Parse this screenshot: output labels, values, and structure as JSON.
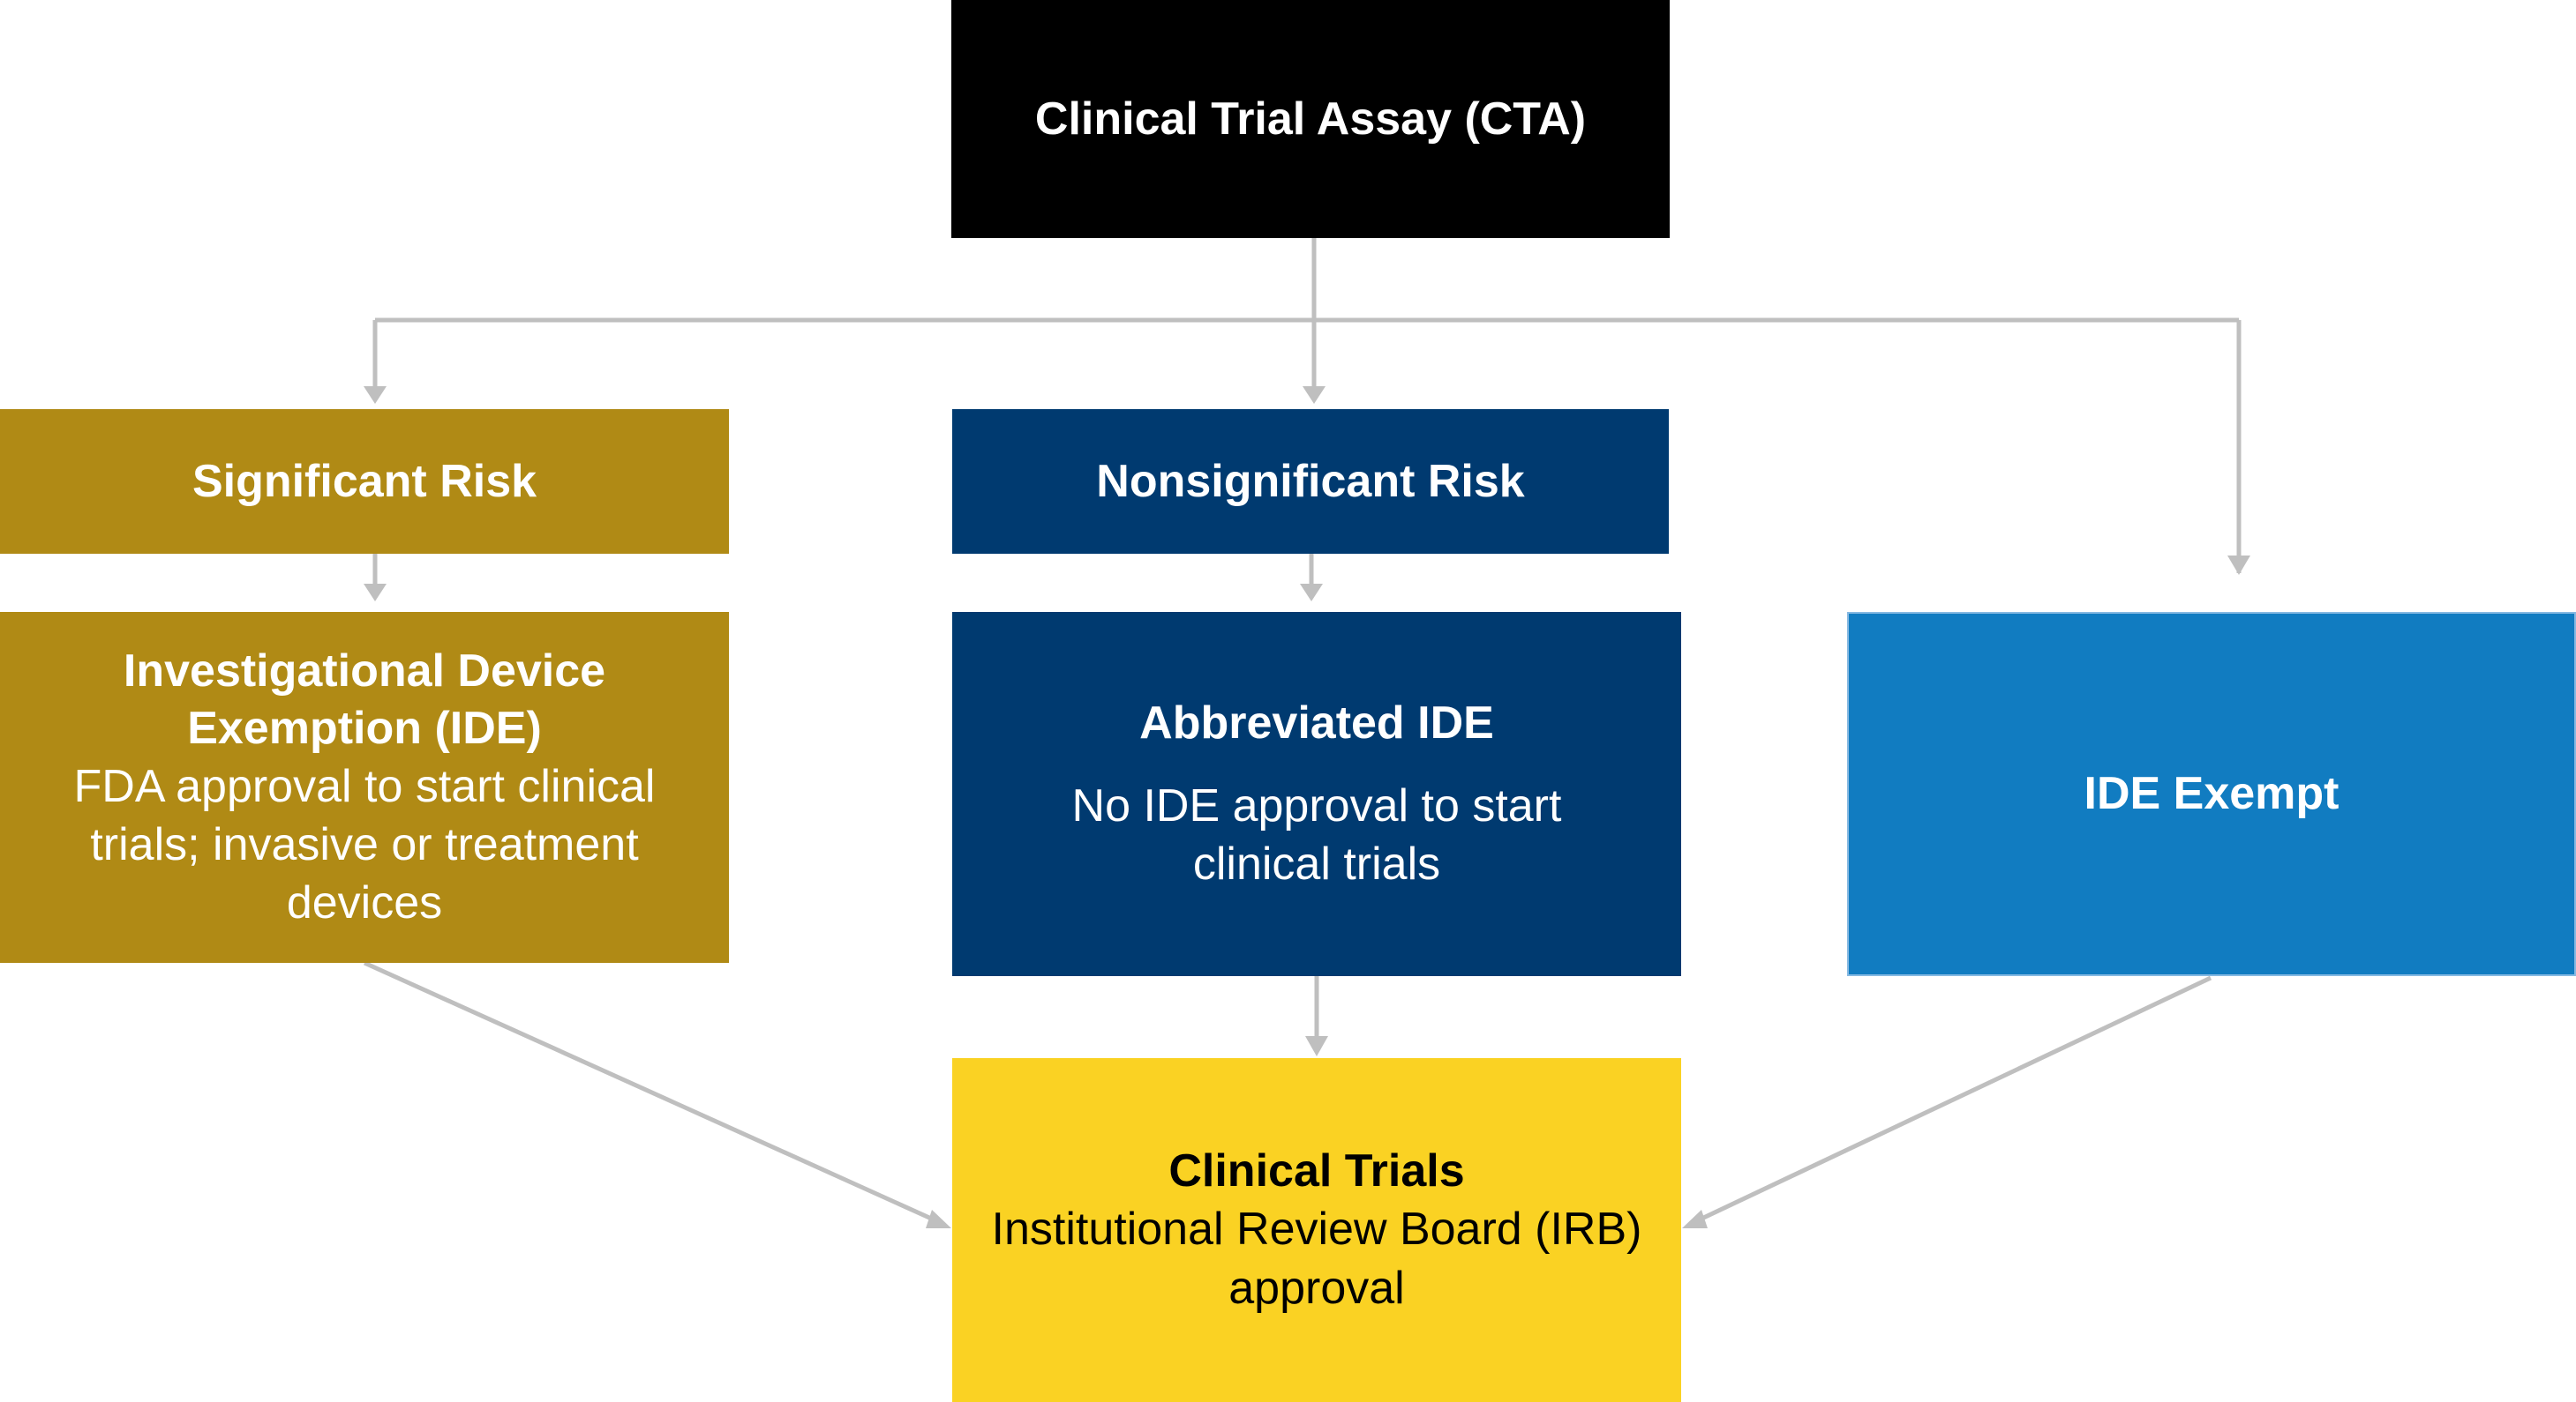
{
  "colors": {
    "root": "#000000",
    "significant": "#b08a15",
    "nonsignificant": "#003a70",
    "exempt": "#117cc1",
    "trials": "#fad223",
    "connector": "#bfbfbf"
  },
  "nodes": {
    "cta": {
      "title": "Clinical Trial Assay (CTA)"
    },
    "significant_risk": {
      "title": "Significant Risk"
    },
    "nonsignificant_risk": {
      "title": "Nonsignificant Risk"
    },
    "ide": {
      "title": "Investigational Device Exemption (IDE)",
      "description": "FDA approval to start clinical trials; invasive or treatment devices"
    },
    "abbreviated_ide": {
      "title": "Abbreviated IDE",
      "description": "No IDE approval to start clinical trials"
    },
    "ide_exempt": {
      "title": "IDE Exempt"
    },
    "clinical_trials": {
      "title": "Clinical Trials",
      "description": "Institutional Review Board (IRB) approval"
    }
  }
}
